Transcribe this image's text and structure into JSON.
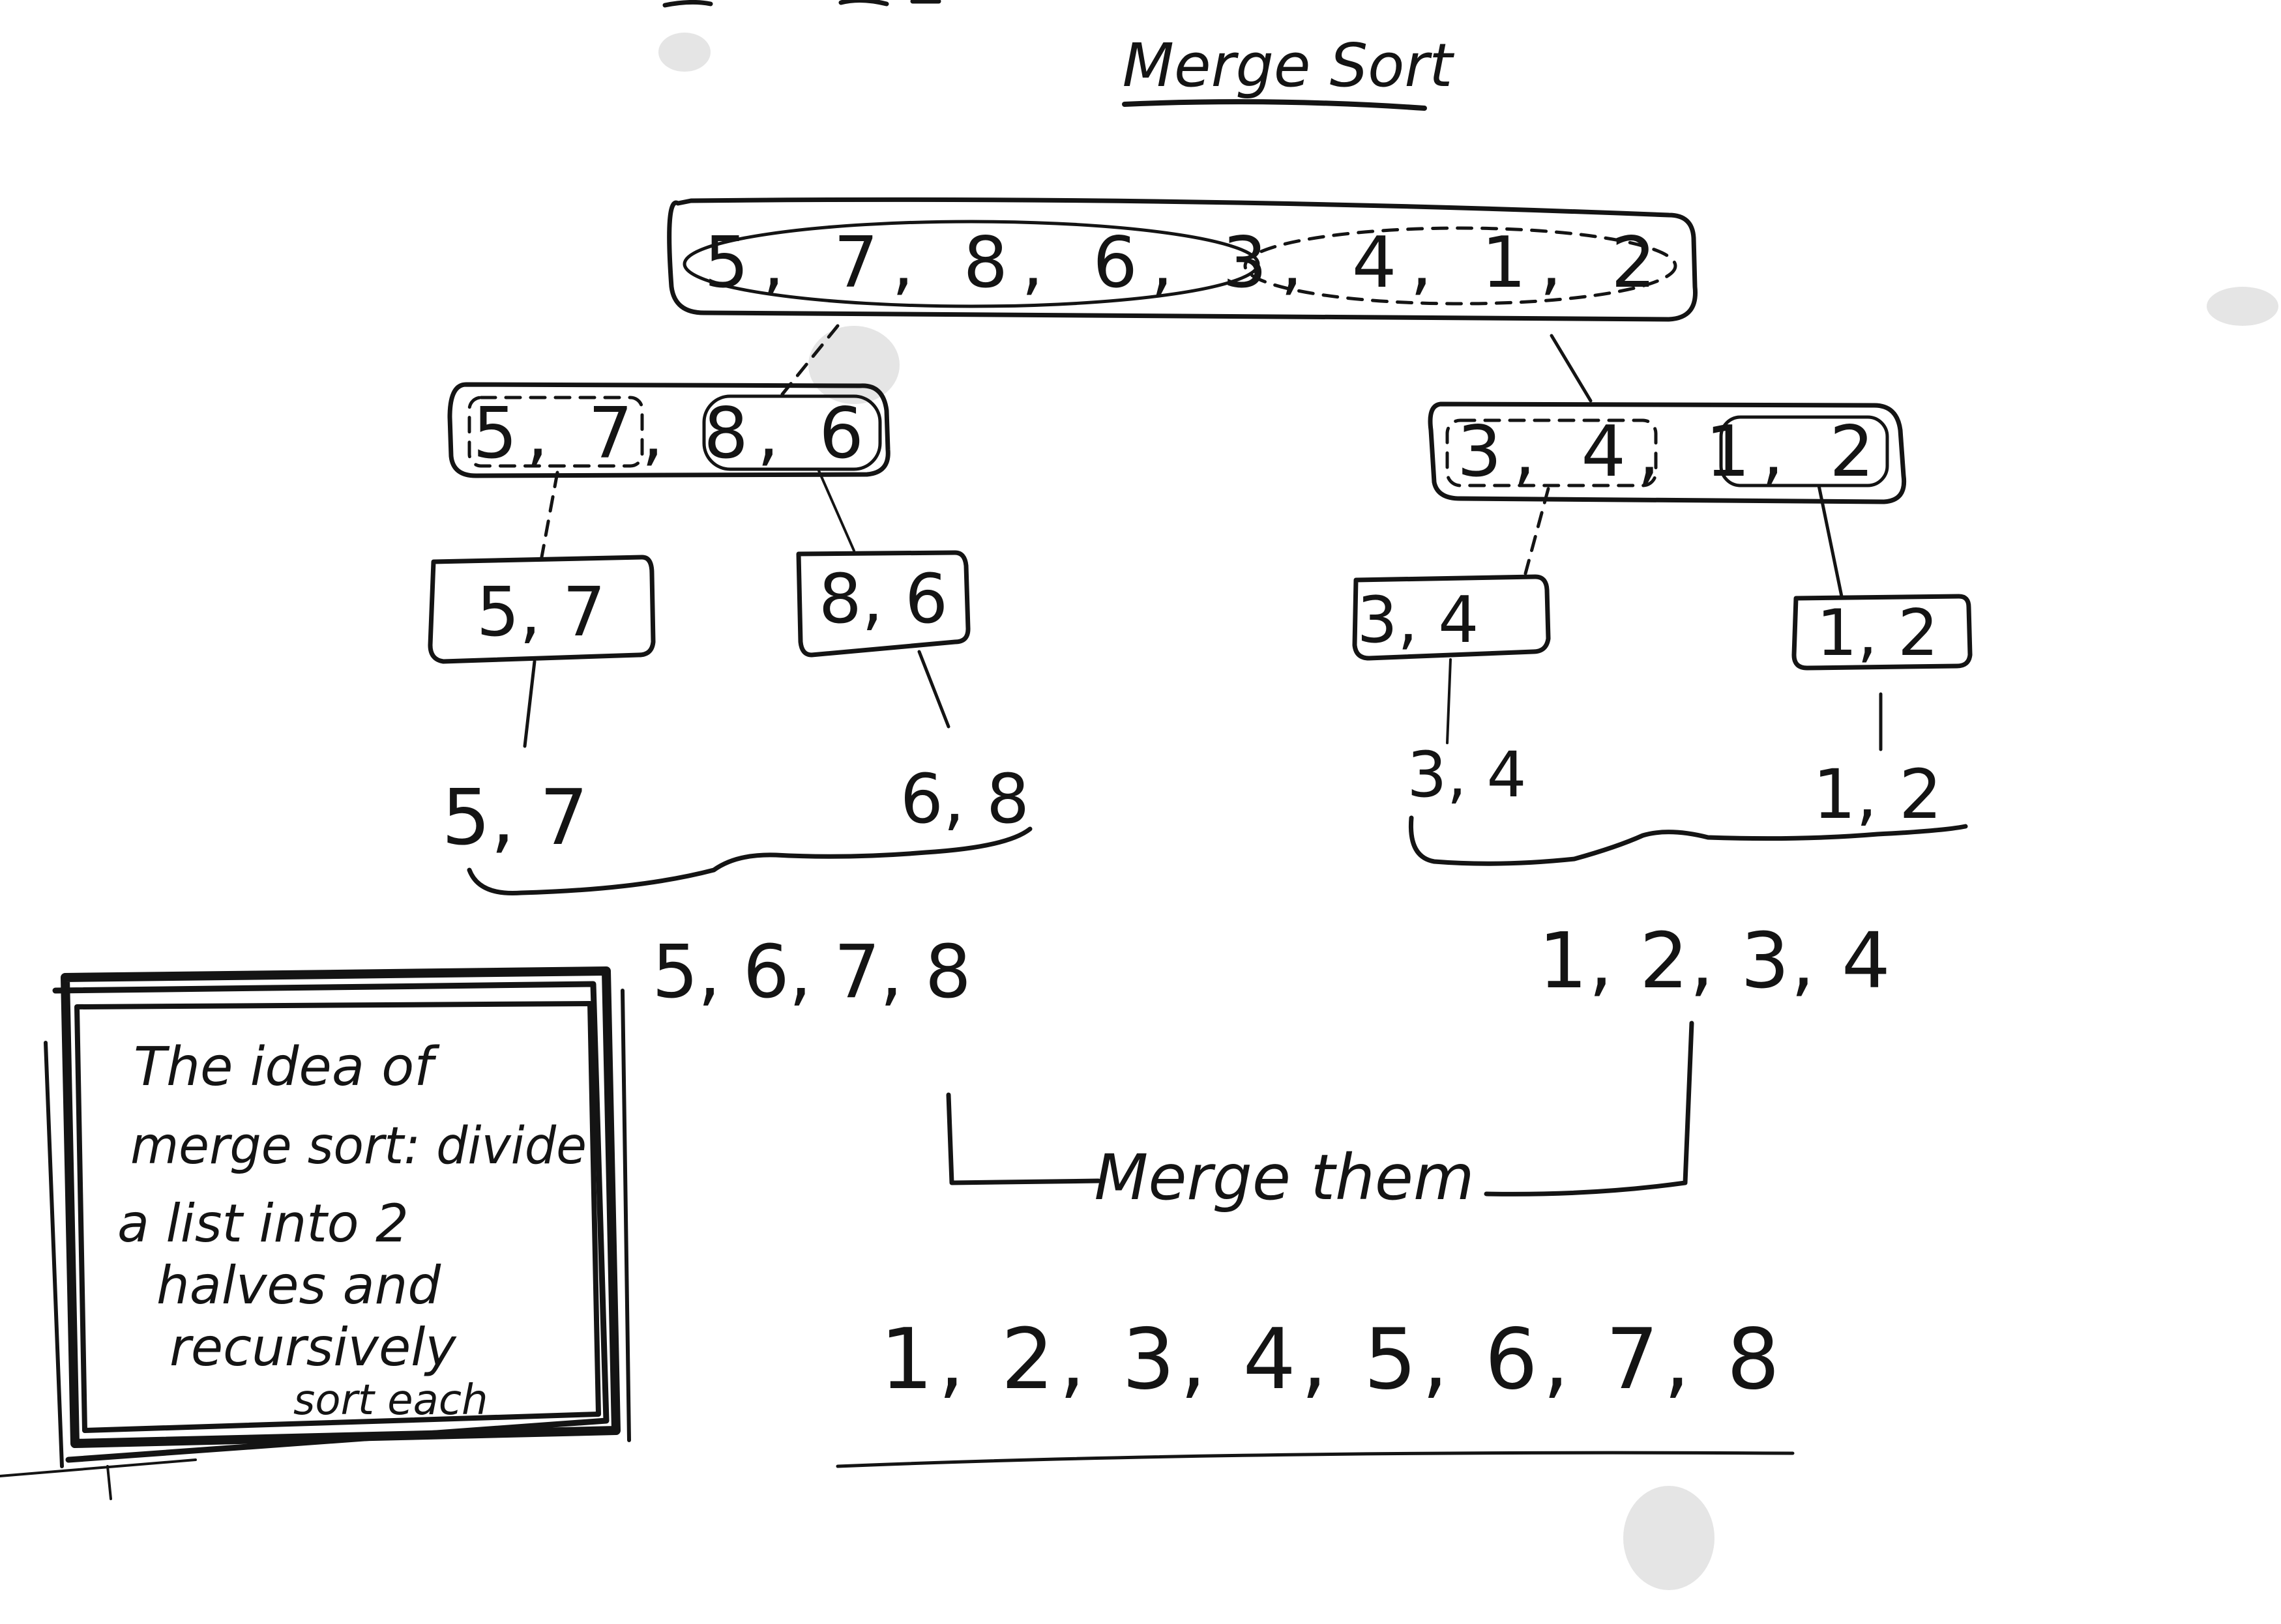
{
  "title": "Merge Sort",
  "levels": {
    "root": "5, 7, 8, 6, 3, 4, 1, 2",
    "left_half": "5, 7, 8, 6",
    "right_half": "3, 4, 1, 2",
    "pairs": [
      "5, 7",
      "8, 6",
      "3, 4",
      "1, 2"
    ],
    "sorted_pairs": [
      "5, 7",
      "6, 8",
      "3, 4",
      "1, 2"
    ],
    "merged_halves": [
      "5, 6, 7, 8",
      "1, 2, 3, 4"
    ],
    "merge_label": "Merge them",
    "result": "1, 2, 3, 4, 5, 6, 7, 8"
  },
  "note": {
    "lines": [
      "The idea of",
      "merge sort: divide",
      "a list into 2",
      "halves and",
      "recursively",
      "sort each"
    ]
  }
}
